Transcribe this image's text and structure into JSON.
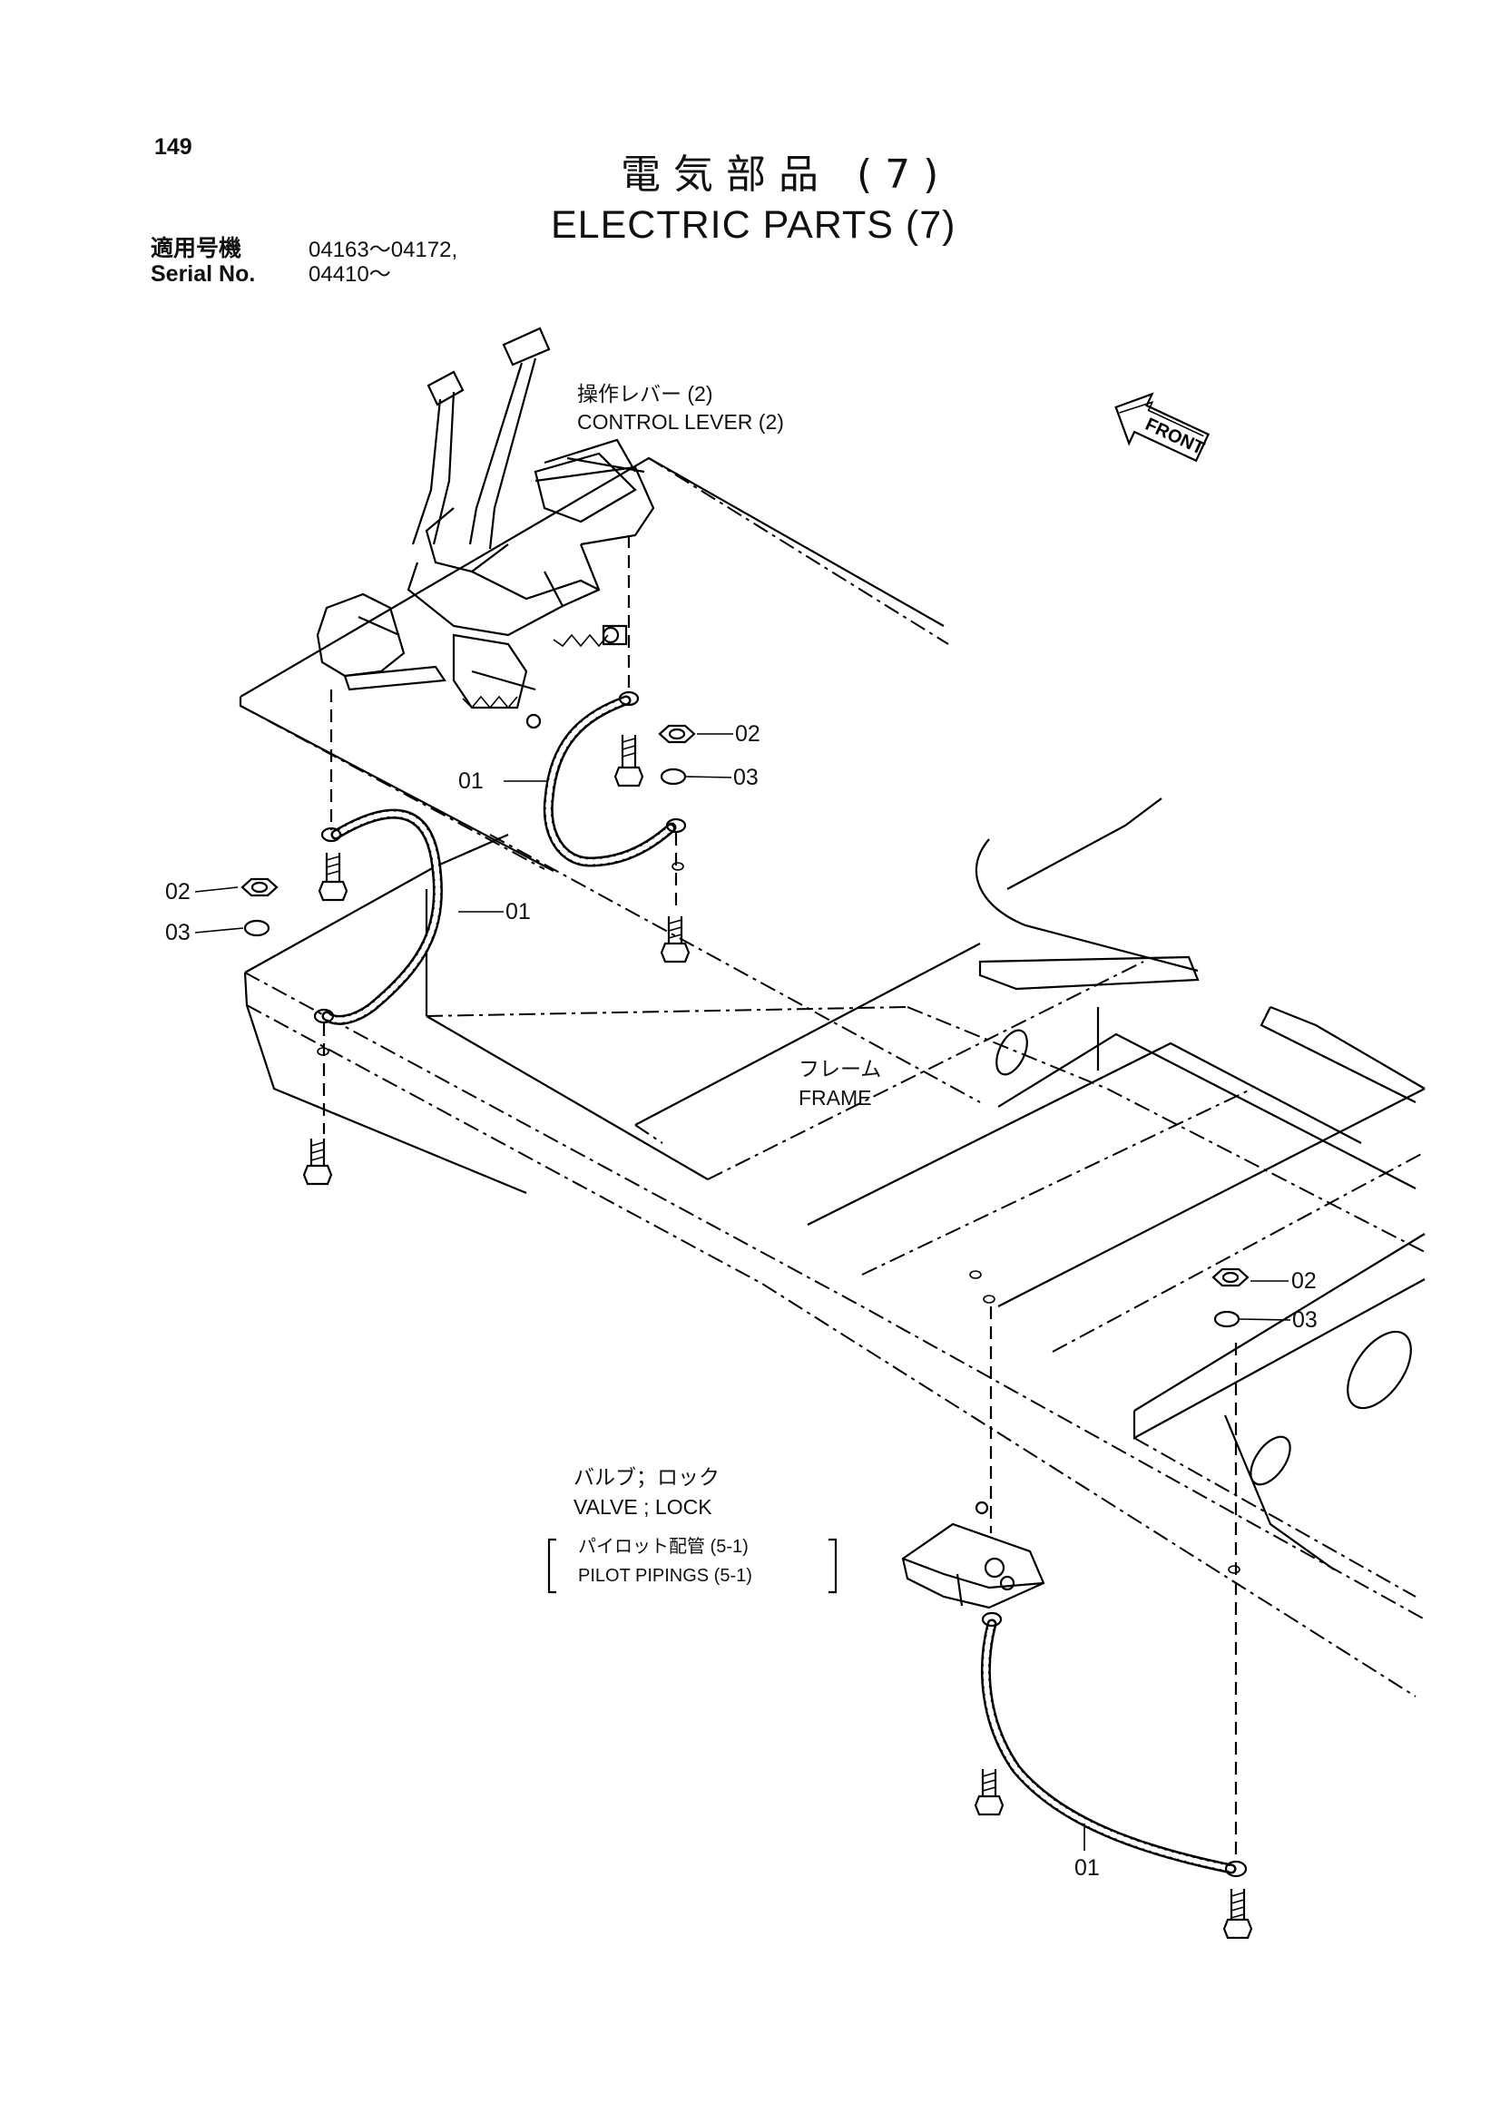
{
  "header": {
    "page_number": "149",
    "title_jp": "電気部品 (7)",
    "title_en": "ELECTRIC PARTS (7)",
    "serial_label_jp": "適用号機",
    "serial_value_1": "04163～04172,",
    "serial_label_en": "Serial No.",
    "serial_value_2": "04410～"
  },
  "labels": {
    "control_lever_jp": "操作レバー (2)",
    "control_lever_en": "CONTROL LEVER (2)",
    "front": "FRONT",
    "frame_jp": "フレーム",
    "frame_en": "FRAME",
    "valve_jp": "バルブ；ロック",
    "valve_en": "VALVE ; LOCK",
    "pilot_jp": "パイロット配管 (5-1)",
    "pilot_en": "PILOT PIPINGS (5-1)"
  },
  "callouts": {
    "c01_a": "01",
    "c02_a": "02",
    "c03_a": "03",
    "c01_b": "01",
    "c02_b": "02",
    "c03_b": "03",
    "c02_c": "02",
    "c03_c": "03",
    "c01_c": "01"
  },
  "icons": [
    "front-arrow-icon",
    "hex-nut-icon",
    "lock-washer-icon",
    "bolt-icon",
    "ground-cable-icon"
  ]
}
